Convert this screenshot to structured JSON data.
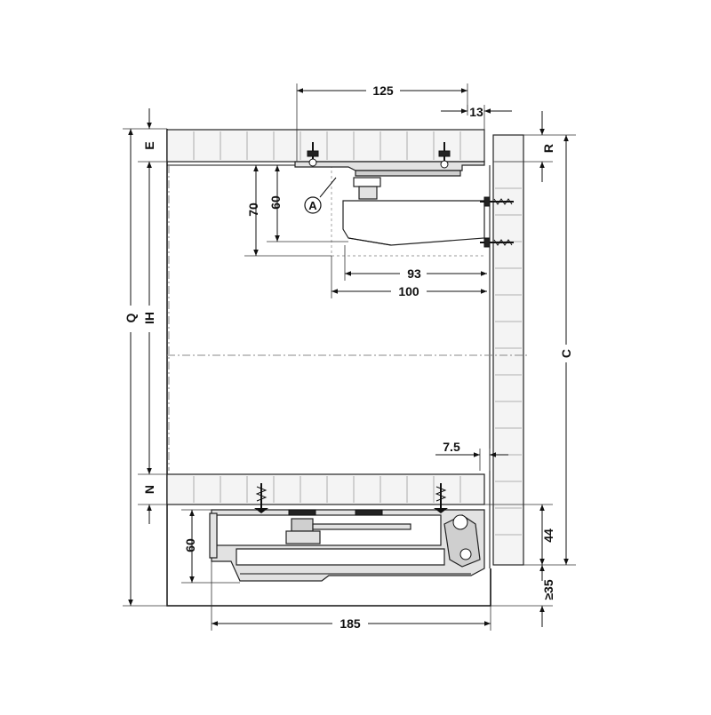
{
  "diagram": {
    "dimension_labels": {
      "d125": "125",
      "d13": "13",
      "d70": "70",
      "d60_top": "60",
      "d93": "93",
      "d100": "100",
      "d7_5": "7.5",
      "d60_bottom": "60",
      "d185": "185",
      "d44": "44",
      "d35": "≥35"
    },
    "letter_labels": {
      "E": "E",
      "N": "N",
      "Q": "Q",
      "IH": "IH",
      "R": "R",
      "C": "C",
      "A": "A"
    }
  }
}
